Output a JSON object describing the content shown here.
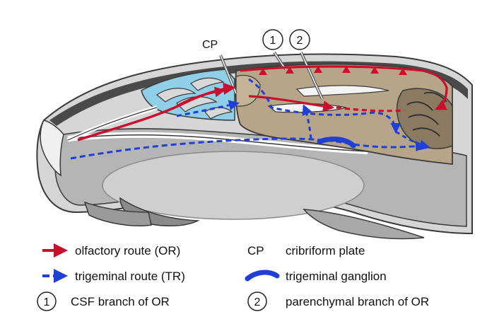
{
  "labels": {
    "cp": "CP",
    "marker_1": "1",
    "marker_2": "2"
  },
  "legend": {
    "olfactory": "olfactory route (OR)",
    "trigeminal": "trigeminal route (TR)",
    "csf_marker": "1",
    "csf": "CSF branch of OR",
    "cp_key": "CP",
    "cp": "cribriform plate",
    "ganglion": "trigeminal ganglion",
    "par_marker": "2",
    "parenchymal": "parenchymal branch of OR"
  },
  "colors": {
    "olfactory_route": "#c8102e",
    "trigeminal_route": "#1f3fd6",
    "nasal_cavity": "#8fd0e8",
    "brain": "#b7a58a",
    "tissue_gray": "#a9a9a9",
    "outline": "#3a3a3a"
  }
}
